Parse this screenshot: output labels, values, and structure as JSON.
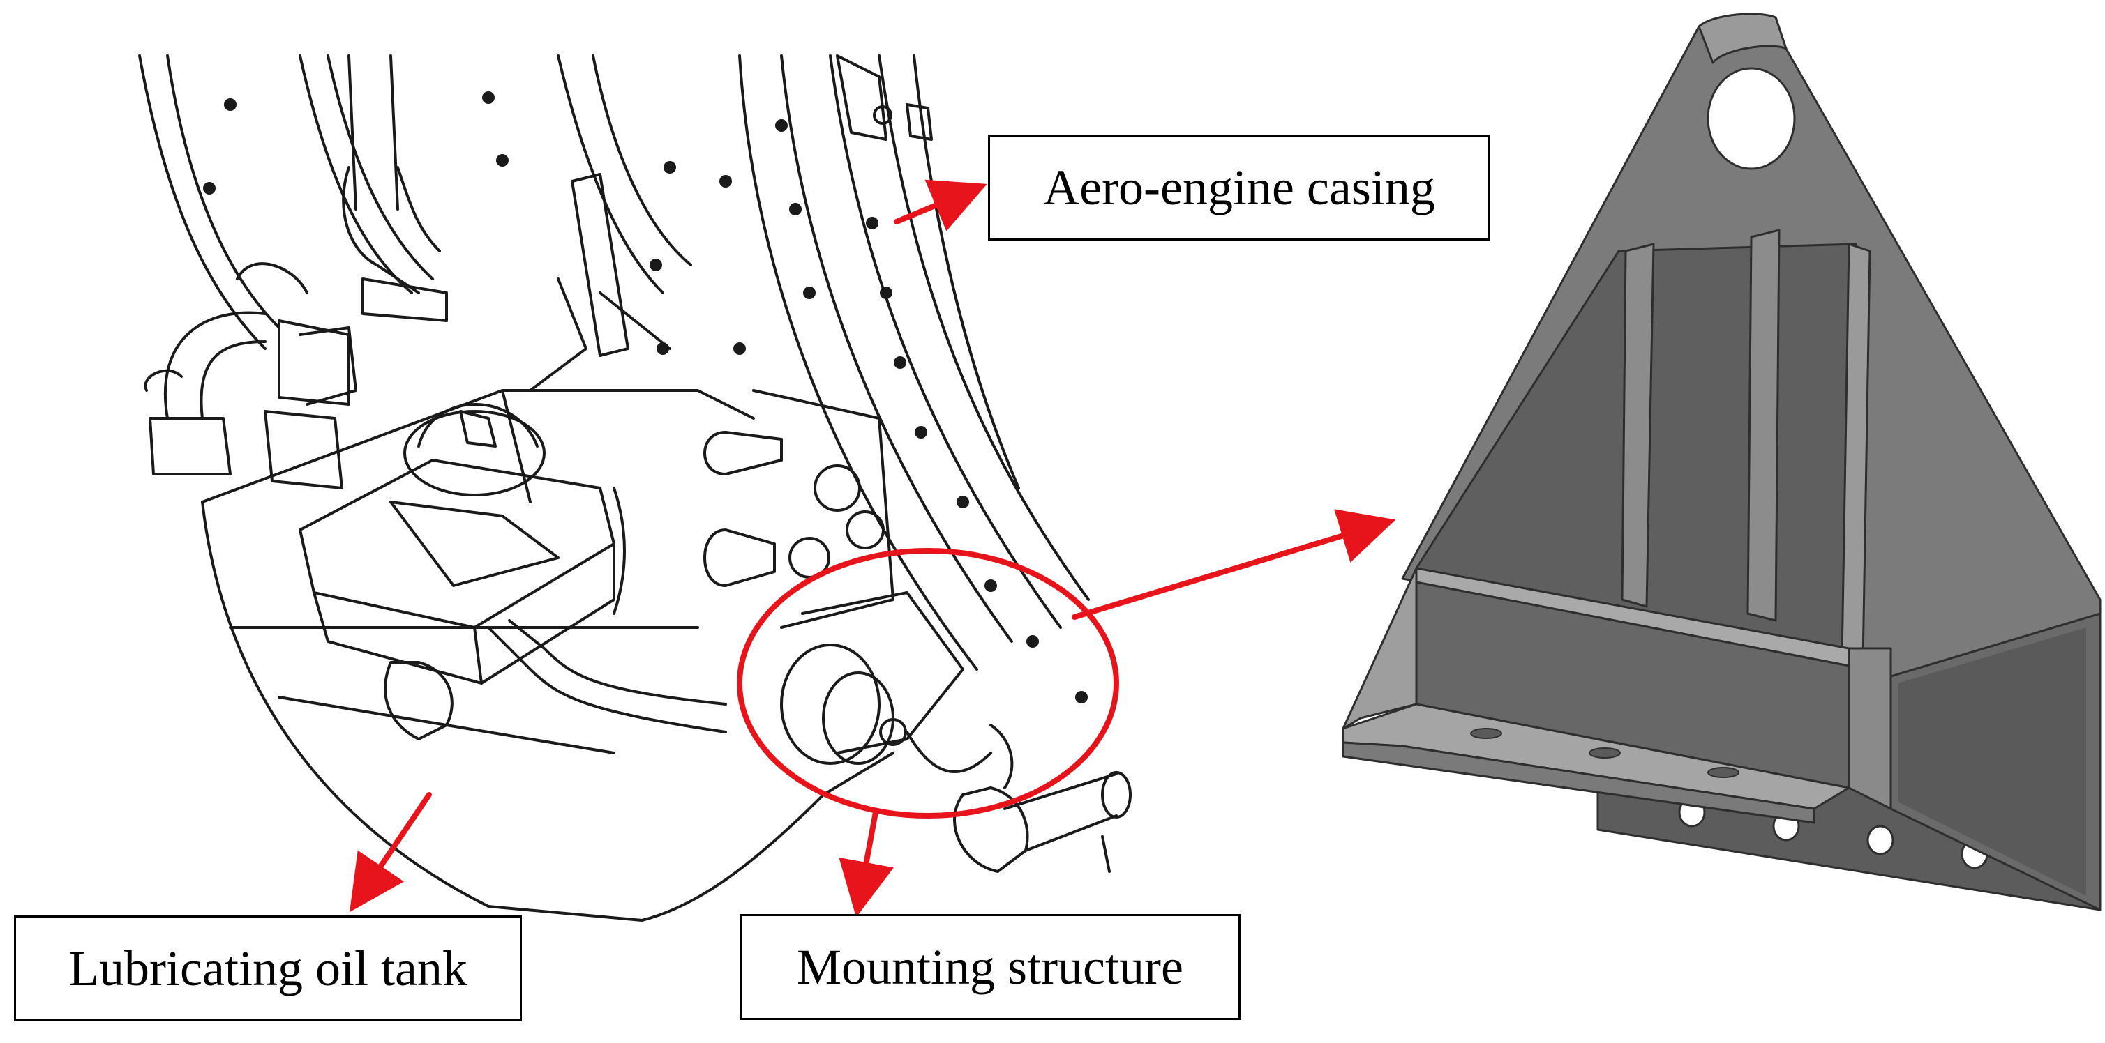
{
  "labels": {
    "casing": "Aero-engine casing",
    "tank": "Lubricating oil tank",
    "mount": "Mounting structure"
  },
  "colors": {
    "arrow": "#e8141b",
    "line": "#1a1a1a",
    "part_front": "#6e6e6e",
    "part_side": "#9a9a9a",
    "part_inner": "#5c5c5c",
    "part_dark": "#474747"
  }
}
